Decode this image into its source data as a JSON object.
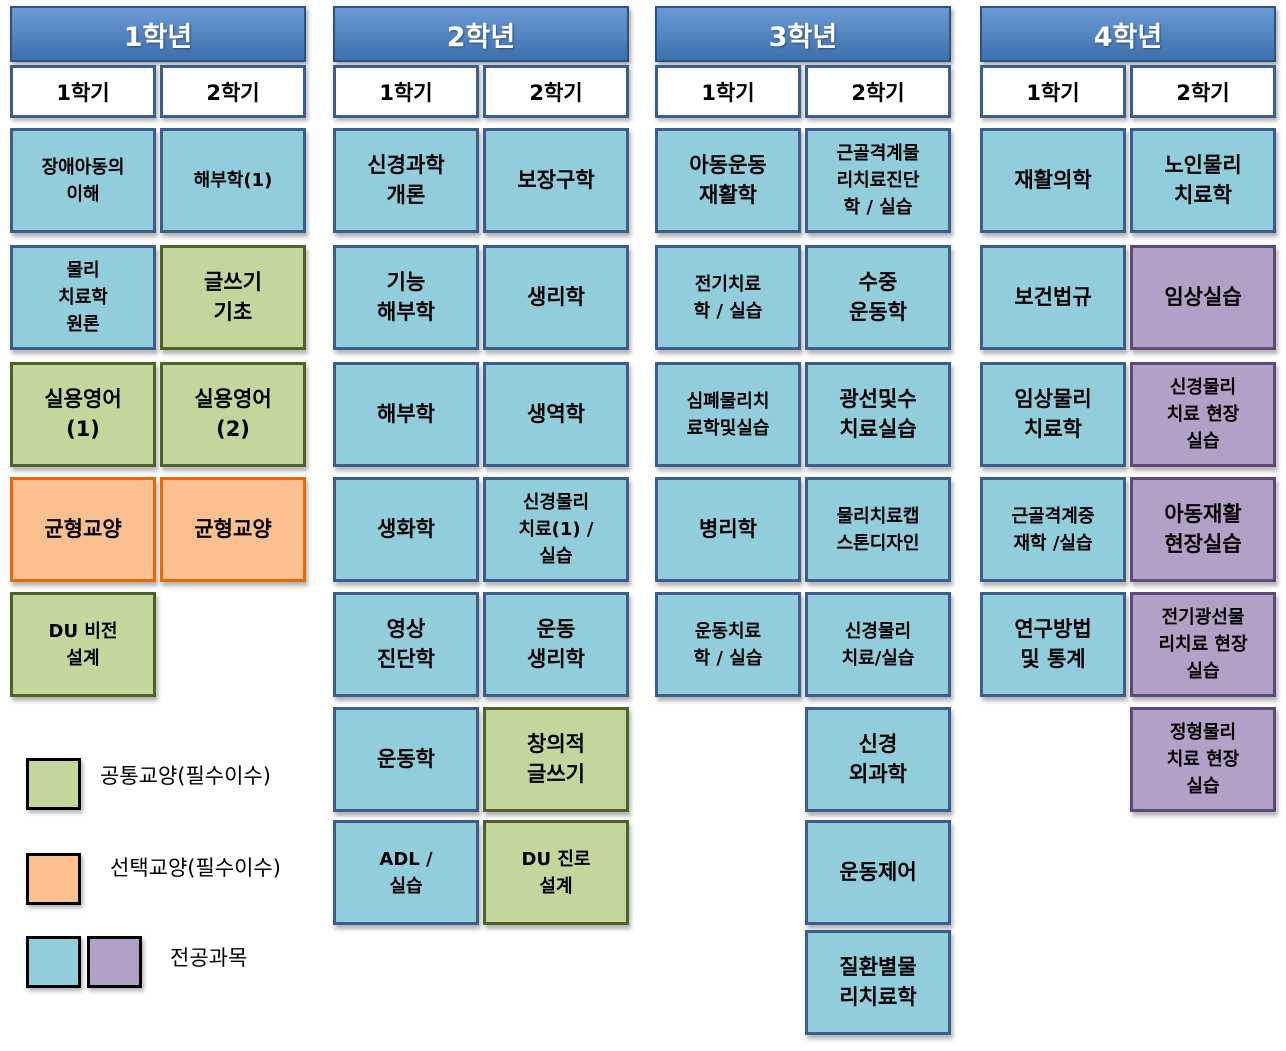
{
  "colors": {
    "b": "#92cddc",
    "g": "#c3d69b",
    "o": "#fac090",
    "p": "#b2a1c7"
  },
  "years": [
    {
      "label": "1학년",
      "semesters": [
        {
          "label": "1학기",
          "courses": [
            {
              "t": "장애아동의\n이해",
              "c": "b"
            },
            {
              "t": "물리\n치료학\n원론",
              "c": "b"
            },
            {
              "t": "실용영어\n(1)",
              "c": "g"
            },
            {
              "t": "균형교양",
              "c": "o"
            },
            {
              "t": "DU  비전\n설계",
              "c": "g"
            }
          ]
        },
        {
          "label": "2학기",
          "courses": [
            {
              "t": "해부학(1)",
              "c": "b"
            },
            {
              "t": "글쓰기\n기초",
              "c": "g"
            },
            {
              "t": "실용영어\n(2)",
              "c": "g"
            },
            {
              "t": "균형교양",
              "c": "o"
            }
          ]
        }
      ]
    },
    {
      "label": "2학년",
      "semesters": [
        {
          "label": "1학기",
          "courses": [
            {
              "t": "신경과학\n개론",
              "c": "b"
            },
            {
              "t": "기능\n해부학",
              "c": "b"
            },
            {
              "t": "해부학",
              "c": "b"
            },
            {
              "t": "생화학",
              "c": "b"
            },
            {
              "t": "영상\n진단학",
              "c": "b"
            },
            {
              "t": "운동학",
              "c": "b"
            },
            {
              "t": "ADL    /\n실습",
              "c": "b"
            }
          ]
        },
        {
          "label": "2학기",
          "courses": [
            {
              "t": "보장구학",
              "c": "b"
            },
            {
              "t": "생리학",
              "c": "b"
            },
            {
              "t": "생역학",
              "c": "b"
            },
            {
              "t": "신경물리\n치료(1) /\n실습",
              "c": "b"
            },
            {
              "t": "운동\n생리학",
              "c": "b"
            },
            {
              "t": "창의적\n글쓰기",
              "c": "g"
            },
            {
              "t": "DU 진로\n설계",
              "c": "g"
            }
          ]
        }
      ]
    },
    {
      "label": "3학년",
      "semesters": [
        {
          "label": "1학기",
          "courses": [
            {
              "t": "아동운동\n재활학",
              "c": "b"
            },
            {
              "t": "전기치료\n학 / 실습",
              "c": "b"
            },
            {
              "t": "심폐물리치\n료학및실습",
              "c": "b"
            },
            {
              "t": "병리학",
              "c": "b"
            },
            {
              "t": "운동치료\n학 / 실습",
              "c": "b"
            }
          ]
        },
        {
          "label": "2학기",
          "courses": [
            {
              "t": "근골격계물\n리치료진단\n학 / 실습",
              "c": "b"
            },
            {
              "t": "수중\n운동학",
              "c": "b"
            },
            {
              "t": "광선및수\n치료실습",
              "c": "b"
            },
            {
              "t": "물리치료캡\n스톤디자인",
              "c": "b"
            },
            {
              "t": "신경물리\n치료/실습",
              "c": "b"
            },
            {
              "t": "신경\n외과학",
              "c": "b"
            },
            {
              "t": "운동제어",
              "c": "b"
            },
            {
              "t": "질환별물\n리치료학",
              "c": "b"
            }
          ]
        }
      ]
    },
    {
      "label": "4학년",
      "semesters": [
        {
          "label": "1학기",
          "courses": [
            {
              "t": "재활의학",
              "c": "b"
            },
            {
              "t": "보건법규",
              "c": "b"
            },
            {
              "t": "임상물리\n치료학",
              "c": "b"
            },
            {
              "t": "근골격계중\n재학 /실습",
              "c": "b"
            },
            {
              "t": "연구방법\n및 통계",
              "c": "b"
            }
          ]
        },
        {
          "label": "2학기",
          "courses": [
            {
              "t": "노인물리\n치료학",
              "c": "b"
            },
            {
              "t": "임상실습",
              "c": "p"
            },
            {
              "t": "신경물리\n치료 현장\n실습",
              "c": "p"
            },
            {
              "t": "아동재활\n현장실습",
              "c": "p"
            },
            {
              "t": "전기광선물\n리치료 현장\n실습",
              "c": "p"
            },
            {
              "t": "정형물리\n치료 현장\n실습",
              "c": "p"
            }
          ]
        }
      ]
    }
  ],
  "legend": {
    "common": "공통교양(필수이수)",
    "elective": "선택교양(필수이수)",
    "major": "전공과목"
  }
}
